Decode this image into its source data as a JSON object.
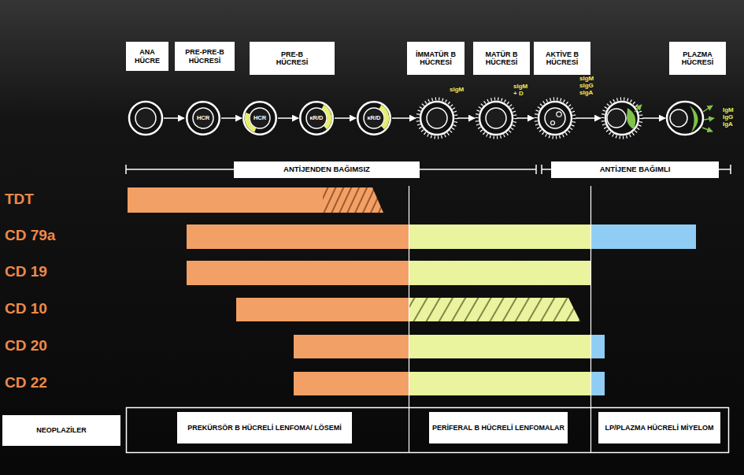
{
  "diagram": {
    "nodes": [
      {
        "text": [
          "ANA HÜCRE"
        ]
      },
      {
        "text": [
          "PRE-PRE-B HÜCRESİ"
        ]
      },
      {
        "text": [
          "PRE-B HÜCRESİ"
        ]
      },
      {
        "text": [
          "İMMATÜR B HÜCRESİ"
        ]
      },
      {
        "text": [
          "MATÜR B HÜCRESİ"
        ]
      },
      {
        "text": [
          "AKTİVE B HÜCRESİ"
        ]
      },
      {
        "text": [
          "PLAZMA HÜCRESİ"
        ]
      },
      {
        "text": [
          "HCR"
        ]
      },
      {
        "text": [
          "HCR"
        ]
      },
      {
        "text": [
          "κR/D"
        ]
      },
      {
        "text": [
          "κR/D"
        ]
      },
      {
        "text": [
          "ANTİJENDEN BAĞIMSIZ"
        ]
      },
      {
        "text": [
          "ANTİJENE BAĞIMLI"
        ]
      },
      {
        "text": [
          "NEOPLAZİLER"
        ]
      },
      {
        "text": [
          "PREKÜRSÖR B HÜCRELİ LENFOMA/ LÖSEMİ"
        ]
      },
      {
        "text": [
          "PERİFERAL B HÜCRELİ LENFOMALAR"
        ]
      },
      {
        "text": [
          "LP/PLAZMA HÜCRELİ MİYELOM"
        ]
      }
    ],
    "edges": [
      {
        "from": 7,
        "to": 8,
        "arrow": "to"
      },
      {
        "from": 8,
        "to": 9,
        "arrow": "to"
      },
      {
        "from": 9,
        "to": 10,
        "arrow": "to"
      }
    ],
    "labels": [
      "sIgM",
      "sIgM + D",
      "sIgM sIgG sIgA",
      "IgM IgG IgA",
      "TDT",
      "CD 79a",
      "CD 19",
      "CD 10",
      "CD 20",
      "CD 22"
    ]
  }
}
